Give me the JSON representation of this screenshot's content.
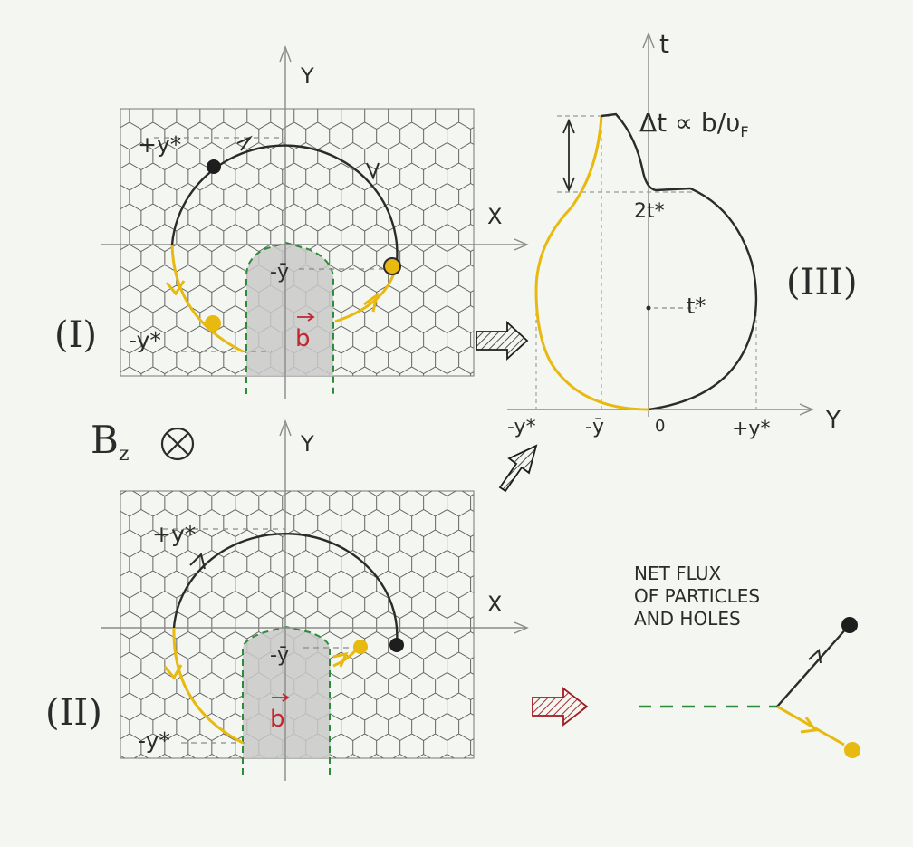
{
  "panel_labels": {
    "I": "(I)",
    "II": "(II)",
    "III": "(III)"
  },
  "field_label": "B",
  "field_subscript": "z",
  "axes": {
    "x": "X",
    "y": "Y",
    "t": "t"
  },
  "panel_I": {
    "plus_y_star": "+y*",
    "minus_y_star": "-y*",
    "minus_y_bar": "-ȳ",
    "b_label": "b"
  },
  "panel_II": {
    "plus_y_star": "+y*",
    "minus_y_star": "-y*",
    "minus_y_bar": "-ȳ",
    "b_label": "b"
  },
  "panel_III": {
    "delta_t": "Δt ∝ b/υ",
    "delta_t_sub": "F",
    "two_t_star": "2t*",
    "t_star": "t*",
    "tick_minus_y_star": "-y*",
    "tick_minus_y_bar": "-ȳ",
    "tick_zero": "0",
    "tick_plus_y_star": "+y*"
  },
  "net_flux_text": [
    "NET FLUX",
    "OF PARTICLES",
    "AND HOLES"
  ],
  "colors": {
    "ink": "#2b2b2b",
    "pencil": "#8a8a8a",
    "yellow": "#e8b90f",
    "red": "#c0282d",
    "green": "#2e8b3a",
    "shade": "#c9c9c9"
  }
}
